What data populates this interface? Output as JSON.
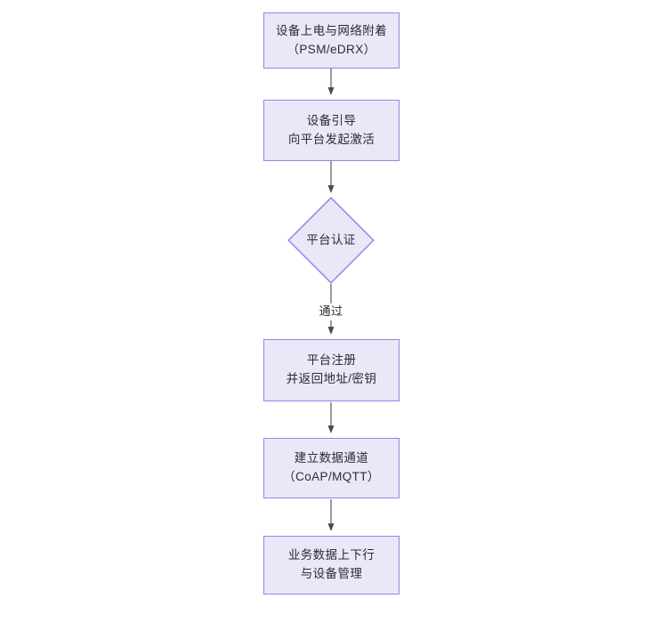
{
  "diagram": {
    "type": "flowchart",
    "orientation": "top-to-bottom",
    "background_color": "#ffffff",
    "node_fill_color": "#e8e8f8",
    "node_border_color": "#a37ee8",
    "text_color": "#2b2b33",
    "connector_color": "#4a4a52",
    "nodes": [
      {
        "id": "n1",
        "shape": "rectangle",
        "lines": [
          "设备上电与网络附着",
          "（PSM/eDRX）"
        ]
      },
      {
        "id": "n2",
        "shape": "rectangle",
        "lines": [
          "设备引导",
          "向平台发起激活"
        ]
      },
      {
        "id": "n3",
        "shape": "diamond",
        "lines": [
          "平台认证"
        ]
      },
      {
        "id": "n4",
        "shape": "rectangle",
        "lines": [
          "平台注册",
          "并返回地址/密钥"
        ]
      },
      {
        "id": "n5",
        "shape": "rectangle",
        "lines": [
          "建立数据通道",
          "（CoAP/MQTT）"
        ]
      },
      {
        "id": "n6",
        "shape": "rectangle",
        "lines": [
          "业务数据上下行",
          "与设备管理"
        ]
      }
    ],
    "edges": [
      {
        "from": "n1",
        "to": "n2",
        "label": ""
      },
      {
        "from": "n2",
        "to": "n3",
        "label": ""
      },
      {
        "from": "n3",
        "to": "n4",
        "label": "通过"
      },
      {
        "from": "n4",
        "to": "n5",
        "label": ""
      },
      {
        "from": "n5",
        "to": "n6",
        "label": ""
      }
    ]
  }
}
